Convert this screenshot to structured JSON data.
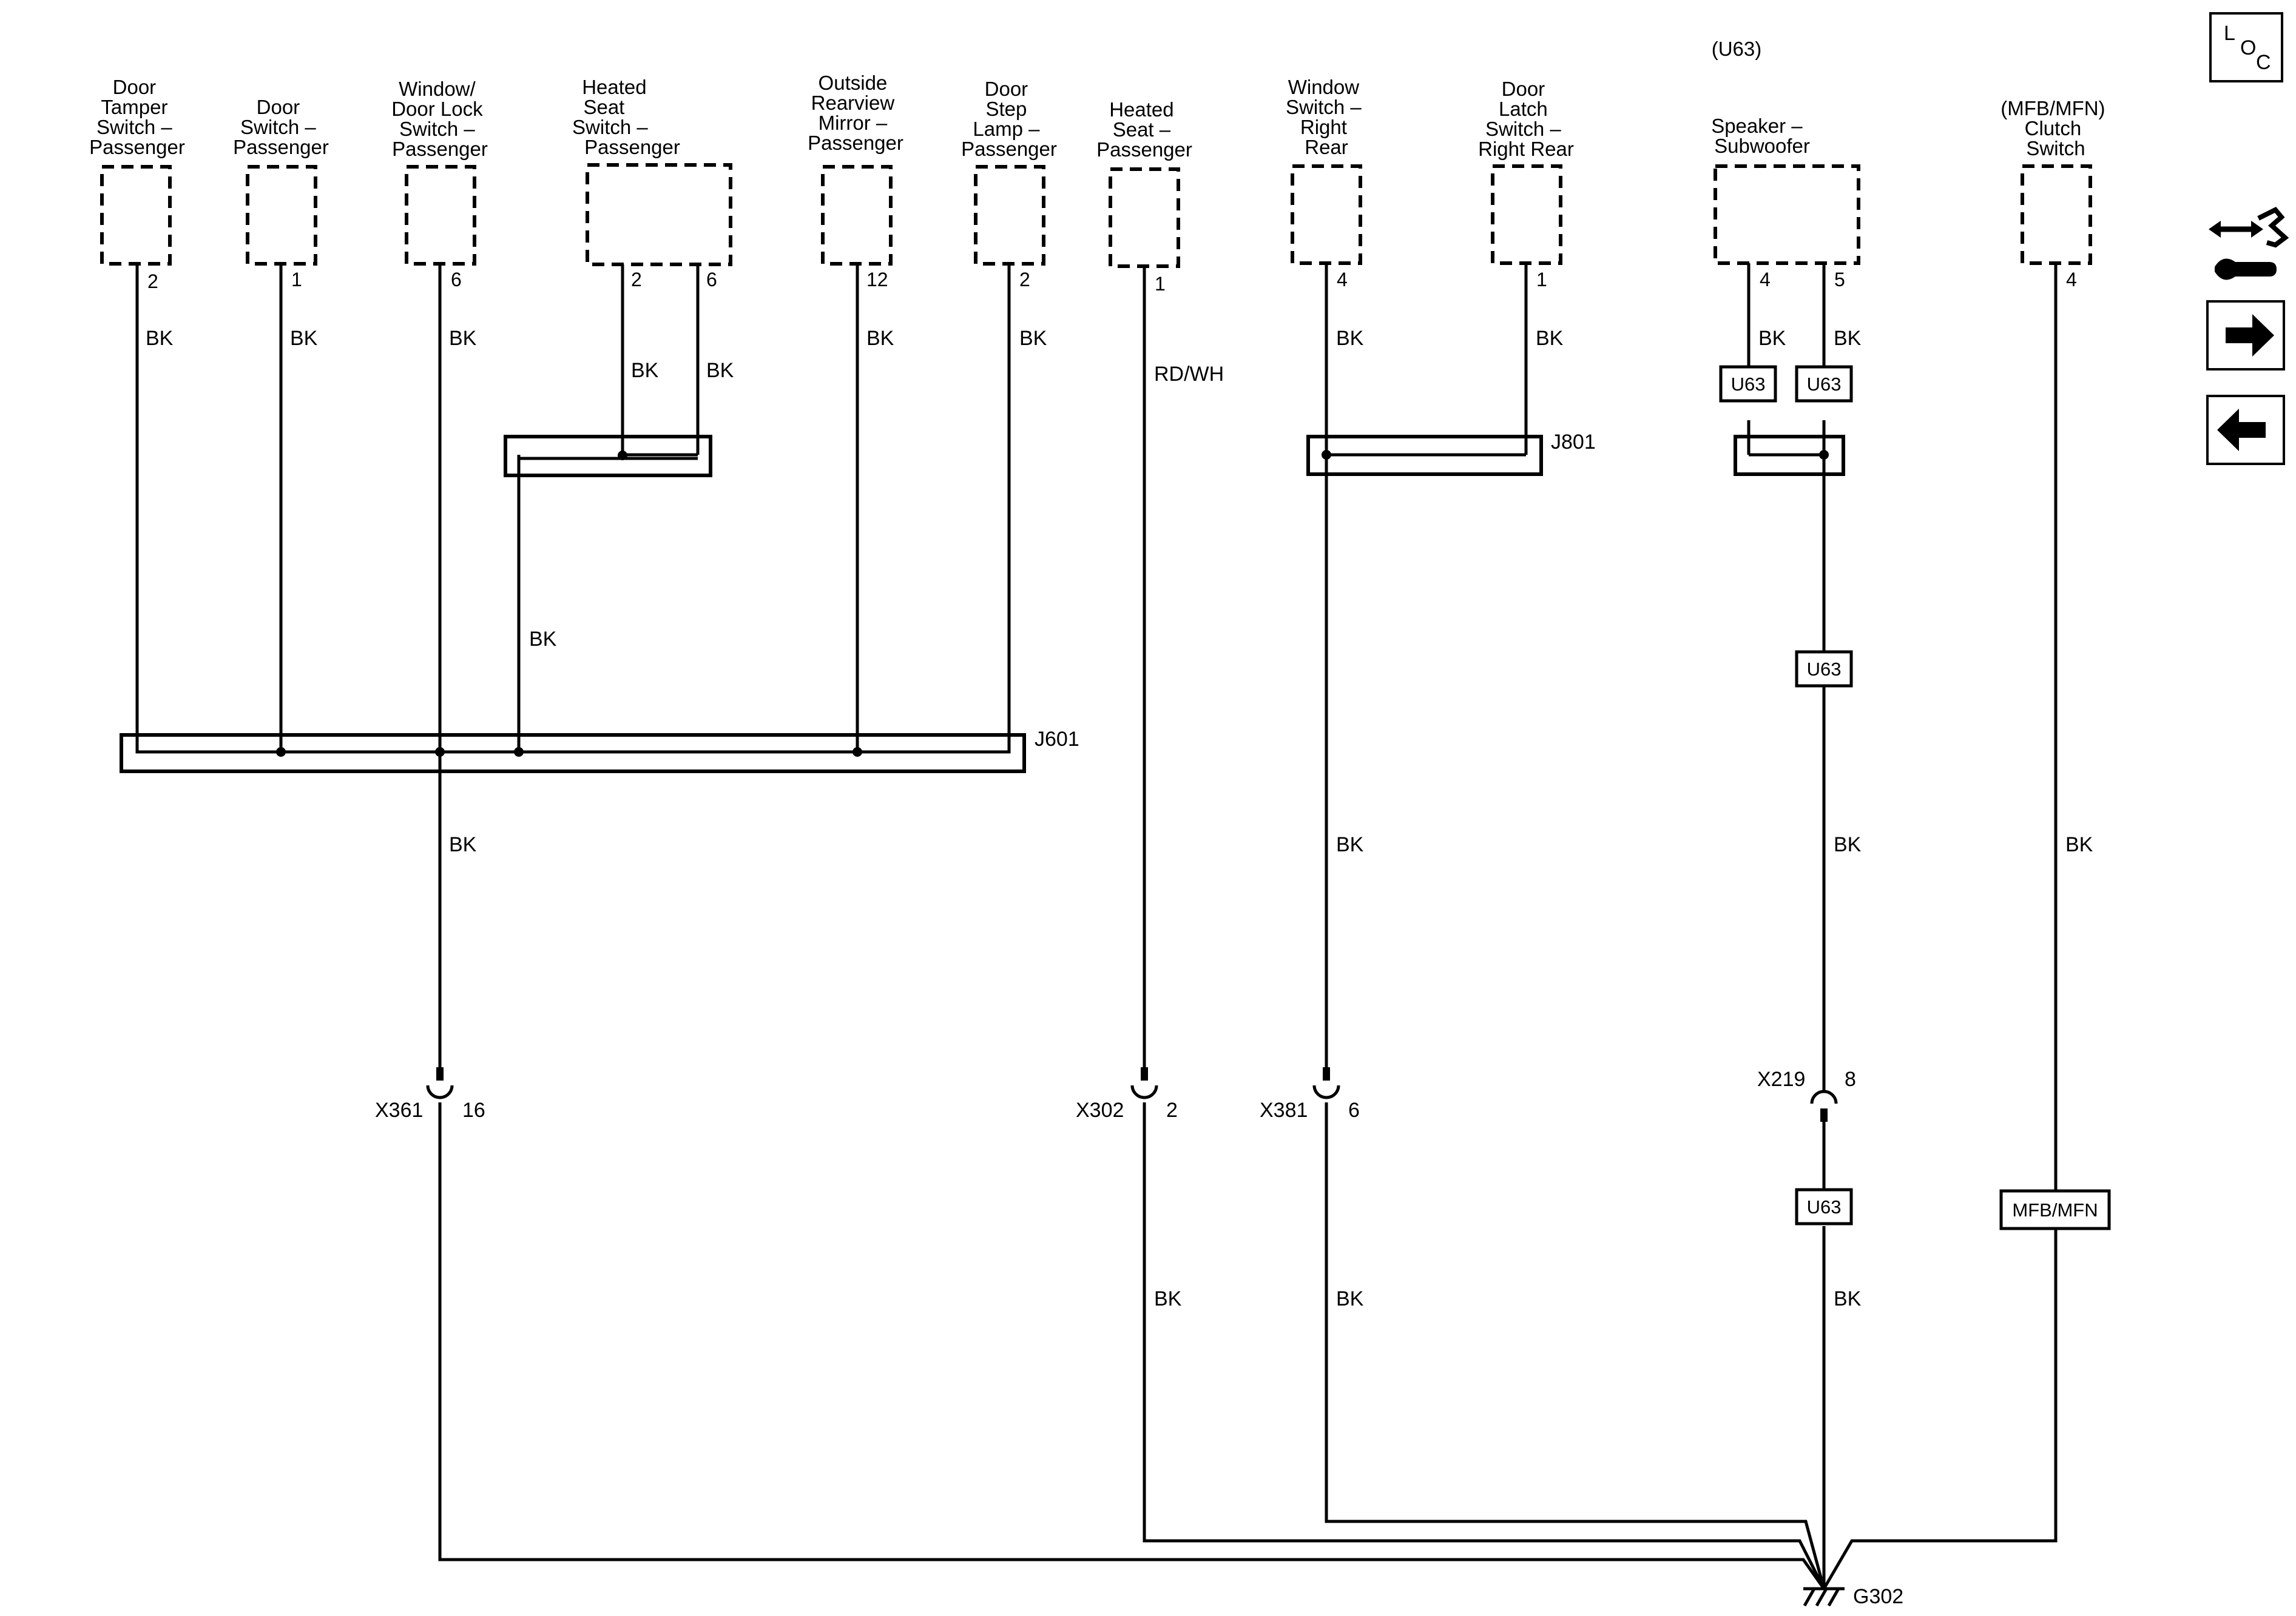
{
  "components": [
    {
      "id": "door-tamper",
      "name": "door-tamper-switch-passenger",
      "lines": [
        "Door",
        "Tamper",
        "Switch –",
        "Passenger"
      ],
      "pins": [
        "2"
      ]
    },
    {
      "id": "door-switch",
      "name": "door-switch-passenger",
      "lines": [
        "Door",
        "Switch –",
        "Passenger"
      ],
      "pins": [
        "1"
      ]
    },
    {
      "id": "window-lock",
      "name": "window-door-lock-switch-passenger",
      "lines": [
        "Window/",
        "Door Lock",
        "Switch –",
        "Passenger"
      ],
      "pins": [
        "6"
      ]
    },
    {
      "id": "heated-seat-switch",
      "name": "heated-seat-switch-passenger",
      "lines": [
        "Heated",
        "Seat",
        "Switch –",
        "Passenger"
      ],
      "pins": [
        "2",
        "6"
      ]
    },
    {
      "id": "mirror",
      "name": "outside-rearview-mirror-passenger",
      "lines": [
        "Outside",
        "Rearview",
        "Mirror –",
        "Passenger"
      ],
      "pins": [
        "12"
      ]
    },
    {
      "id": "step-lamp",
      "name": "door-step-lamp-passenger",
      "lines": [
        "Door",
        "Step",
        "Lamp –",
        "Passenger"
      ],
      "pins": [
        "2"
      ]
    },
    {
      "id": "heated-seat",
      "name": "heated-seat-passenger",
      "lines": [
        "Heated",
        "Seat –",
        "Passenger"
      ],
      "pins": [
        "1"
      ]
    },
    {
      "id": "window-rr",
      "name": "window-switch-right-rear",
      "lines": [
        "Window",
        "Switch –",
        "Right",
        "Rear"
      ],
      "pins": [
        "4"
      ]
    },
    {
      "id": "latch-rr",
      "name": "door-latch-switch-right-rear",
      "lines": [
        "Door",
        "Latch",
        "Switch –",
        "Right Rear"
      ],
      "pins": [
        "1"
      ]
    },
    {
      "id": "subwoofer",
      "name": "speaker-subwoofer",
      "lines": [
        "Speaker –",
        "Subwoofer"
      ],
      "pins": [
        "4",
        "5"
      ]
    },
    {
      "id": "clutch",
      "name": "clutch-switch",
      "lines": [
        "(MFB/MFN)",
        "Clutch",
        "Switch"
      ],
      "pins": [
        "4"
      ]
    }
  ],
  "option_note": "(U63)",
  "wire_colors": {
    "bk": "BK",
    "rdwh": "RD/WH"
  },
  "splices": {
    "j601": "J601",
    "j801": "J801"
  },
  "connectors": [
    {
      "id": "x361",
      "label": "X361",
      "pin": "16"
    },
    {
      "id": "x302",
      "label": "X302",
      "pin": "2"
    },
    {
      "id": "x381",
      "label": "X381",
      "pin": "6"
    },
    {
      "id": "x219",
      "label": "X219",
      "pin": "8"
    }
  ],
  "option_tags": {
    "u63": "U63",
    "mfb_mfn": "MFB/MFN"
  },
  "ground": "G302",
  "nav": {
    "loc_letters": [
      "L",
      "O",
      "C"
    ],
    "loc_button_name": "location-view-button",
    "service_icon": "connector-service-icon",
    "next_icon": "arrow-right-icon",
    "prev_icon": "arrow-left-icon"
  },
  "colors": {
    "line": "#000000",
    "background": "#ffffff"
  }
}
